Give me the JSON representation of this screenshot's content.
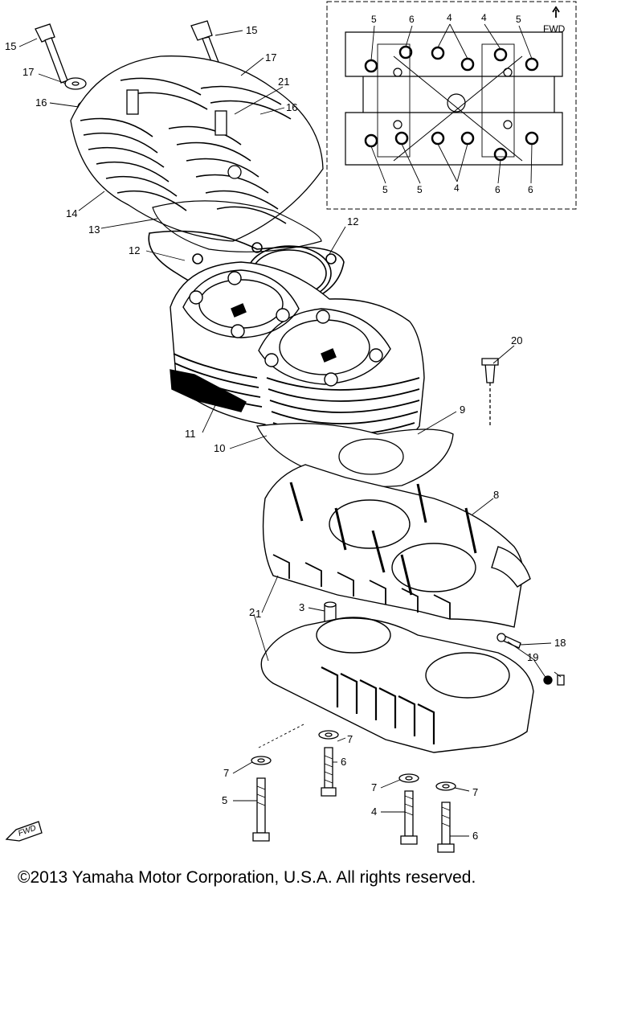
{
  "diagram": {
    "inset": {
      "fwd_label": "FWD",
      "top_labels": [
        "5",
        "6",
        "4",
        "4",
        "5"
      ],
      "bottom_labels": [
        "5",
        "5",
        "4",
        "6",
        "6"
      ]
    },
    "callouts": {
      "c15a": "15",
      "c15b": "15",
      "c17a": "17",
      "c17b": "17",
      "c16a": "16",
      "c16b": "16",
      "c21": "21",
      "c14": "14",
      "c13": "13",
      "c12a": "12",
      "c12b": "12",
      "c20": "20",
      "c9": "9",
      "c11": "11",
      "c10": "10",
      "c8": "8",
      "c1": "1",
      "c3": "3",
      "c2": "2",
      "c18": "18",
      "c19": "19",
      "c7a": "7",
      "c6a": "6",
      "c7b": "7",
      "c5": "5",
      "c7c": "7",
      "c4": "4",
      "c7d": "7",
      "c6b": "6"
    },
    "fwd_arrow_label": "FWD"
  },
  "footer": {
    "copyright": "©2013 Yamaha Motor Corporation, U.S.A. All rights reserved."
  }
}
